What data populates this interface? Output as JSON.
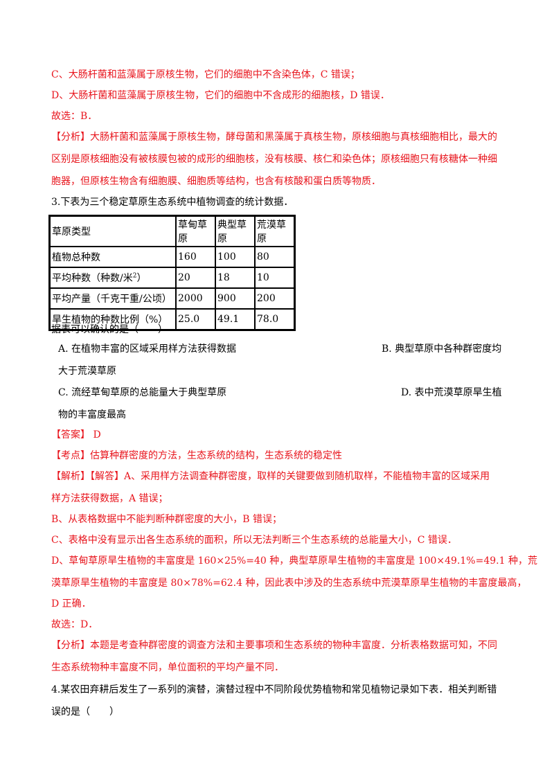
{
  "section_top": {
    "c_line": "C、大肠杆菌和蓝藻属于原核生物，它们的细胞中不含染色体，C 错误；",
    "d_line": "D、大肠杆菌和蓝藻属于原核生物，它们的细胞中不含成形的细胞核，D 错误．",
    "choice": "故选：B．",
    "analysis_1": "【分析】大肠杆菌和蓝藻属于原核生物，酵母菌和黑藻属于真核生物，原核细胞与真核细胞相比，最大的",
    "analysis_2": "区别是原核细胞没有被核膜包被的成形的细胞核，没有核膜、核仁和染色体；原核细胞只有核糖体一种细",
    "analysis_3": "胞器，但原核生物含有细胞膜、细胞质等结构，也含有核酸和蛋白质等物质．"
  },
  "question3": {
    "stem": "3.下表为三个稳定草原生态系统中植物调查的统计数据．",
    "table": {
      "header": [
        "草原类型",
        "草甸草原",
        "典型草原",
        "荒漠草原"
      ],
      "rows": [
        [
          "植物总种数",
          "160",
          "100",
          "80"
        ],
        [
          "平均种数（种数/米",
          "20",
          "18",
          "10"
        ],
        [
          "平均产量（千克干重/公顷）",
          "2000",
          "900",
          "200"
        ],
        [
          "旱生植物的种数比例（%）",
          "25.0",
          "49.1",
          "78.0"
        ]
      ],
      "row2_sup": "2",
      "row2_tail": "）"
    },
    "prompt": "据表可以确认的是（　　）",
    "option_a": "A. 在植物丰富的区域采用样方法获得数据",
    "option_b_1": "B. 典型草原中各种群密度均",
    "option_b_2": "大于荒漠草原",
    "option_c": "C. 流经草甸草原的总能量大于典型草原",
    "option_d_1": "D. 表中荒漠草原旱生植",
    "option_d_2": "物的丰富度最高",
    "answer": "【答案】 D",
    "kaodian": "【考点】估算种群密度的方法，生态系统的结构，生态系统的稳定性",
    "jiexi_1": "【解析】【解答】A、采用样方法调查种群密度，取样的关键要做到随机取样，不能植物丰富的区域采用",
    "jiexi_2": "样方法获得数据，A 错误；",
    "jiexi_b": "B、从表格数据中不能判断种群密度的大小，B 错误；",
    "jiexi_c": "C、表格中没有显示出各生态系统的面积，所以无法判断三个生态系统的总能量大小，C 错误．",
    "jiexi_d1": "D、草甸草原旱生植物的丰富度是 160×25%=40 种，典型草原旱生植物的丰富度是 100×49.1%=49.1 种，荒",
    "jiexi_d2": "漠草原旱生植物的丰富度是 80×78%=62.4 种，因此表中涉及的生态系统中荒漠草原旱生植物的丰富度最高，",
    "jiexi_d3": "D 正确．",
    "choice": "故选：D．",
    "fenxi_1": "【分析】本题是考查种群密度的调查方法和主要事项和生态系统的物种丰富度．分析表格数据可知，不同",
    "fenxi_2": "生态系统物种丰富度不同，单位面积的平均产量不同．"
  },
  "question4": {
    "stem_1": "4.某农田弃耕后发生了一系列的演替，演替过程中不同阶段优势植物和常见植物记录如下表．相关判断错",
    "stem_2": "误的是（　　）"
  },
  "colors": {
    "analysis_red": "#e8141c",
    "text_black": "#000000"
  }
}
